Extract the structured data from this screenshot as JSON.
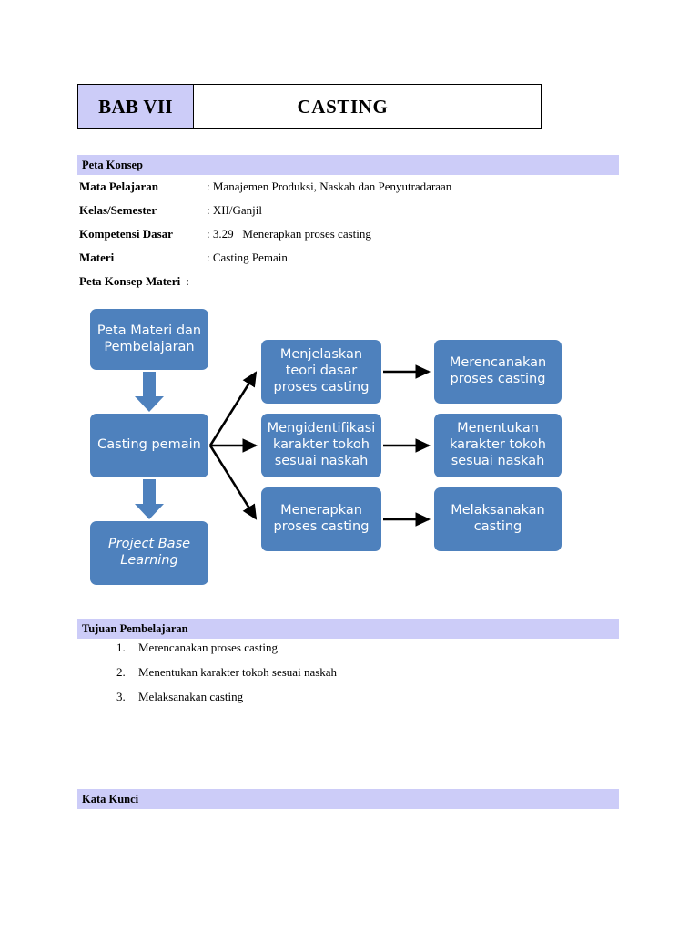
{
  "chapter_header": {
    "chapter_label": "BAB VII",
    "title": "CASTING"
  },
  "sections": {
    "peta_konsep": "Peta Konsep",
    "tujuan_pembelajaran": "Tujuan Pembelajaran",
    "kata_kunci": "Kata Kunci"
  },
  "metadata": [
    {
      "label": "Mata Pelajaran",
      "value": ": Manajemen Produksi, Naskah dan Penyutradaraan"
    },
    {
      "label": "Kelas/Semester",
      "value": ": XII/Ganjil"
    },
    {
      "label": "Kompetensi Dasar",
      "value": ": 3.29   Menerapkan proses casting"
    },
    {
      "label": "Materi",
      "value": ": Casting Pemain"
    },
    {
      "label": "Peta Konsep Materi",
      "value": ":"
    }
  ],
  "concept_map": {
    "nodes": {
      "peta_materi": "Peta Materi dan Pembelajaran",
      "casting_pemain": "Casting pemain",
      "project_base_learning": "Project Base Learning",
      "menjelaskan": "Menjelaskan teori dasar proses casting",
      "mengidentifikasi": "Mengidentifikasi karakter tokoh sesuai naskah",
      "menerapkan": "Menerapkan proses casting",
      "merencanakan": "Merencanakan proses casting",
      "menentukan": "Menentukan karakter tokoh sesuai naskah",
      "melaksanakan": "Melaksanakan casting"
    },
    "node_fill_color": "#4E81BD",
    "connector_color": "#000000"
  },
  "objectives": [
    {
      "num": "1.",
      "text": "Merencanakan proses casting"
    },
    {
      "num": "2.",
      "text": "Menentukan karakter tokoh sesuai naskah"
    },
    {
      "num": "3.",
      "text": "Melaksanakan casting"
    }
  ],
  "colors": {
    "section_bar": "#CCCCF8",
    "accent_blue": "#4E81BD"
  }
}
